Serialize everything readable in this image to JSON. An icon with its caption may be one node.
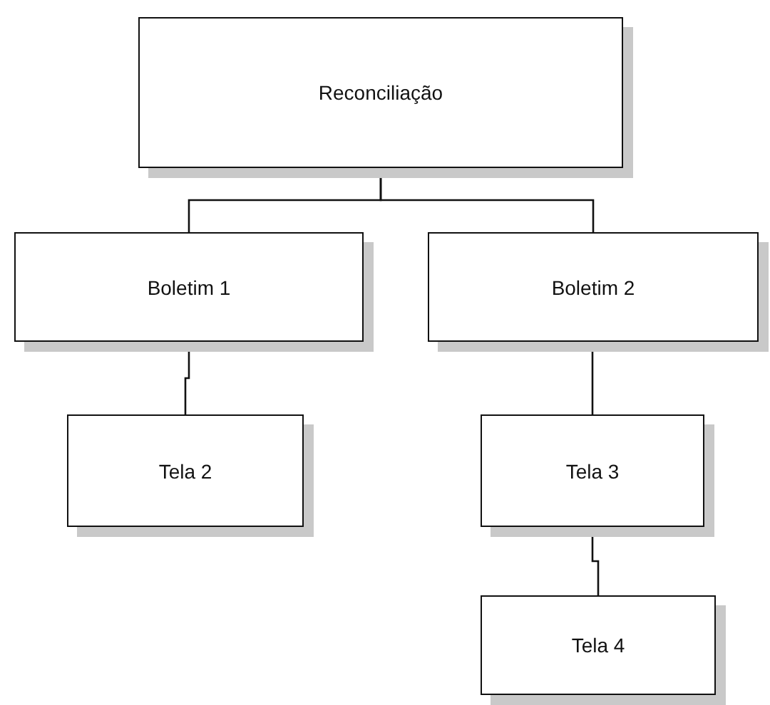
{
  "diagram": {
    "nodes": [
      {
        "text": [
          "Reconciliação"
        ]
      },
      {
        "text": [
          "Boletim 1"
        ]
      },
      {
        "text": [
          "Boletim 2"
        ]
      },
      {
        "text": [
          "Tela 2"
        ]
      },
      {
        "text": [
          "Tela 3"
        ]
      },
      {
        "text": [
          "Tela 4"
        ]
      }
    ],
    "edges": [
      {
        "from": 0,
        "to": 1,
        "arrow": "none"
      },
      {
        "from": 0,
        "to": 2,
        "arrow": "none"
      },
      {
        "from": 1,
        "to": 3,
        "arrow": "none"
      },
      {
        "from": 2,
        "to": 4,
        "arrow": "none"
      },
      {
        "from": 4,
        "to": 5,
        "arrow": "none"
      }
    ]
  }
}
